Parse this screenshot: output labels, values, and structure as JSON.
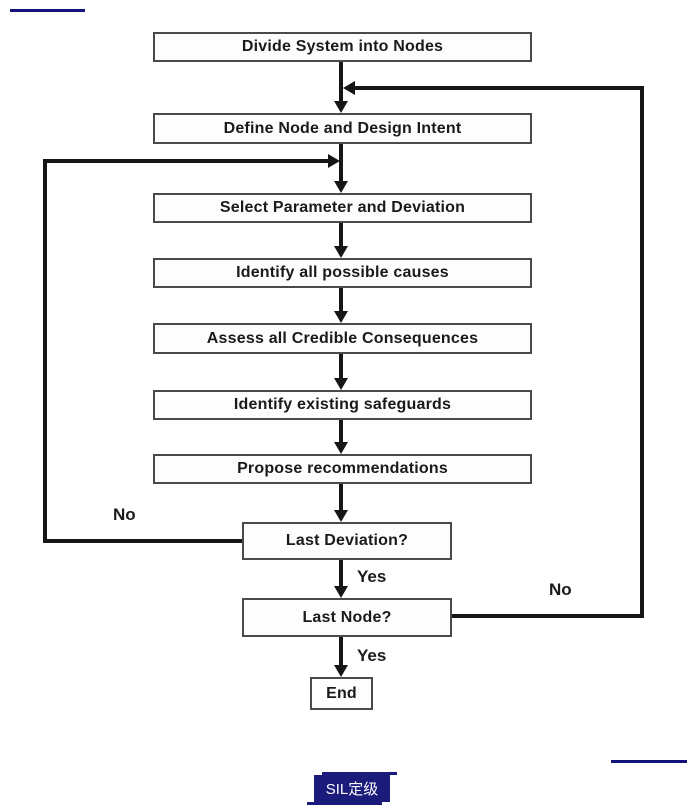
{
  "flowchart": {
    "boxes": [
      {
        "label": "Divide System into Nodes"
      },
      {
        "label": "Define Node and Design Intent"
      },
      {
        "label": "Select Parameter and Deviation"
      },
      {
        "label": "Identify all possible causes"
      },
      {
        "label": "Assess all Credible Consequences"
      },
      {
        "label": "Identify existing safeguards"
      },
      {
        "label": "Propose recommendations"
      },
      {
        "label": "Last Deviation?"
      },
      {
        "label": "Last Node?"
      },
      {
        "label": "End"
      }
    ],
    "edge_labels": [
      {
        "text": "No"
      },
      {
        "text": "Yes"
      },
      {
        "text": "No"
      },
      {
        "text": "Yes"
      }
    ],
    "colors": {
      "line": "#161616",
      "box_border": "#4a4a4a",
      "box_fill": "#fdfdfd",
      "text": "#1a1a1a"
    }
  },
  "decorations": {
    "rule_color": "#12127a"
  },
  "footer_badge": {
    "label": "SIL定级",
    "background": "#1b1b7c",
    "text_color": "#ffffff"
  }
}
